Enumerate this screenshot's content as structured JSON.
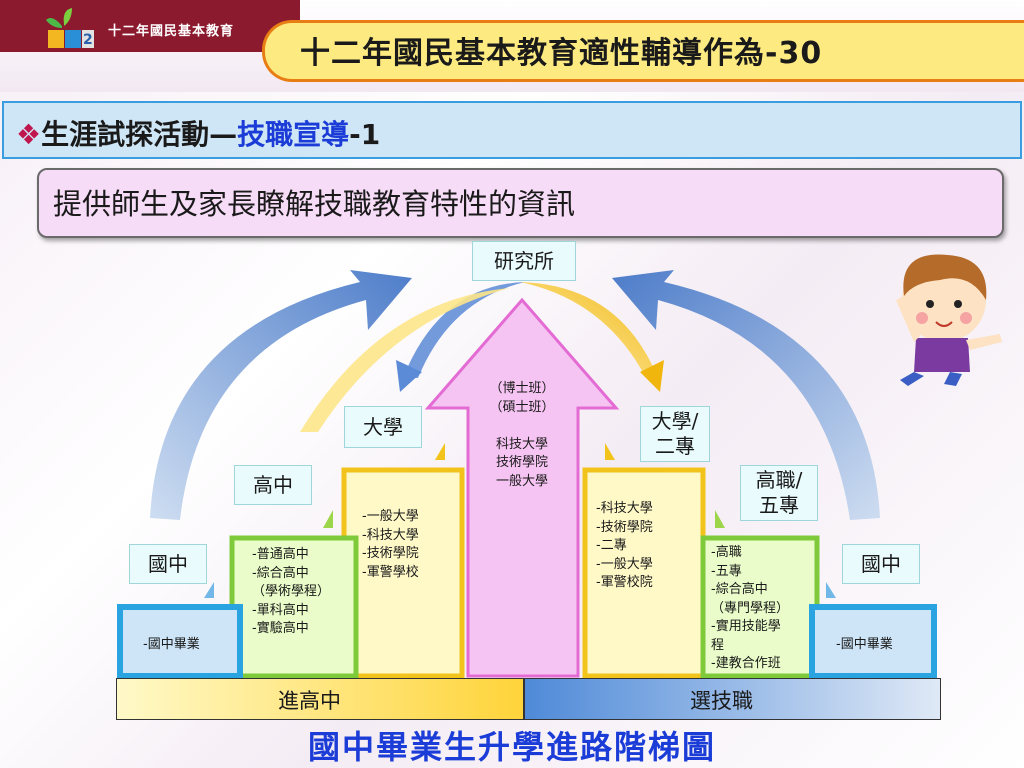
{
  "header": {
    "logo_text": "十二年國民基本教育",
    "title": "十二年國民基本教育適性輔導作為-30"
  },
  "section": {
    "bullet": "❖",
    "prefix": "生涯試探活動",
    "dash": "—",
    "highlight": "技職宣導",
    "suffix": "-1"
  },
  "description": "提供師生及家長瞭解技職教育特性的資訊",
  "diagram": {
    "top_label": "研究所",
    "center_lines": "（博士班）\n（碩士班）\n\n科技大學\n技術學院\n一般大學",
    "left": {
      "level3_label": "大學",
      "level3_lines": "-一般大學\n-科技大學\n-技術學院\n-軍警學校",
      "level2_label": "高中",
      "level2_lines": "-普通高中\n-綜合高中\n（學術學程）\n-單科高中\n-實驗高中",
      "level1_label": "國中",
      "level1_lines": "-國中畢業"
    },
    "right": {
      "level3_label": "大學/\n二專",
      "level3_lines": "-科技大學\n-技術學院\n-二專\n-一般大學\n-軍警校院",
      "level2_label": "高職/\n五專",
      "level2_lines": "-高職\n-五專\n-綜合高中\n（專門學程）\n-實用技能學\n程\n-建教合作班",
      "level1_label": "國中",
      "level1_lines": "-國中畢業"
    },
    "bar_left": "進高中",
    "bar_right": "選技職",
    "caption": "國中畢業生升學進路階梯圖"
  },
  "colors": {
    "accent_red": "#8b1a2e",
    "title_yellow": "#fdeb82",
    "title_border": "#e87d14",
    "section_blue": "#cfe6f7",
    "caption_blue": "#1b3cd6",
    "arrow_pink": "#f5c4f2",
    "arrow_yellow": "#fff9c8",
    "arrow_green": "#e9fcc9",
    "arrow_blue_box": "#cde5f7"
  },
  "icons": {
    "logo": "tree-book-logo",
    "bullet": "diamond-bullet-icon",
    "decor": "cartoon-boy-illustration"
  }
}
